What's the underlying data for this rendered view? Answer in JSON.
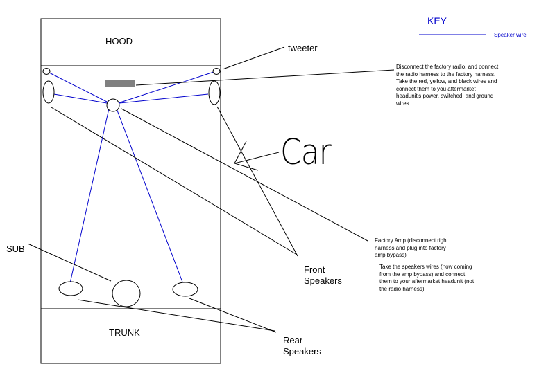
{
  "colors": {
    "wire": "#0000cc",
    "outline": "#000000",
    "component": "#808080",
    "key_text": "#0000cc"
  },
  "car": {
    "hood_label": "HOOD",
    "trunk_label": "TRUNK",
    "annotation": "Car"
  },
  "key": {
    "title": "KEY",
    "speaker_wire_label": "Speaker wire"
  },
  "labels": {
    "tweeter": "tweeter",
    "radio_note": "Disconnect the factory radio, and connect the radio harness to the factory harness. Take the red, yellow, and black wires and connect them to you aftermarket headunit's power, switched, and ground wires.",
    "factory_amp": "Factory Amp (disconnect right harness and plug into factory amp bypass)",
    "speaker_note": "Take the speakers wires (now coming from the amp bypass) and connect them to your aftermarket headunit (not the radio harness)",
    "sub": "SUB",
    "front_speakers": "Front\nSpeakers",
    "rear_speakers": "Rear\nSpeakers"
  }
}
